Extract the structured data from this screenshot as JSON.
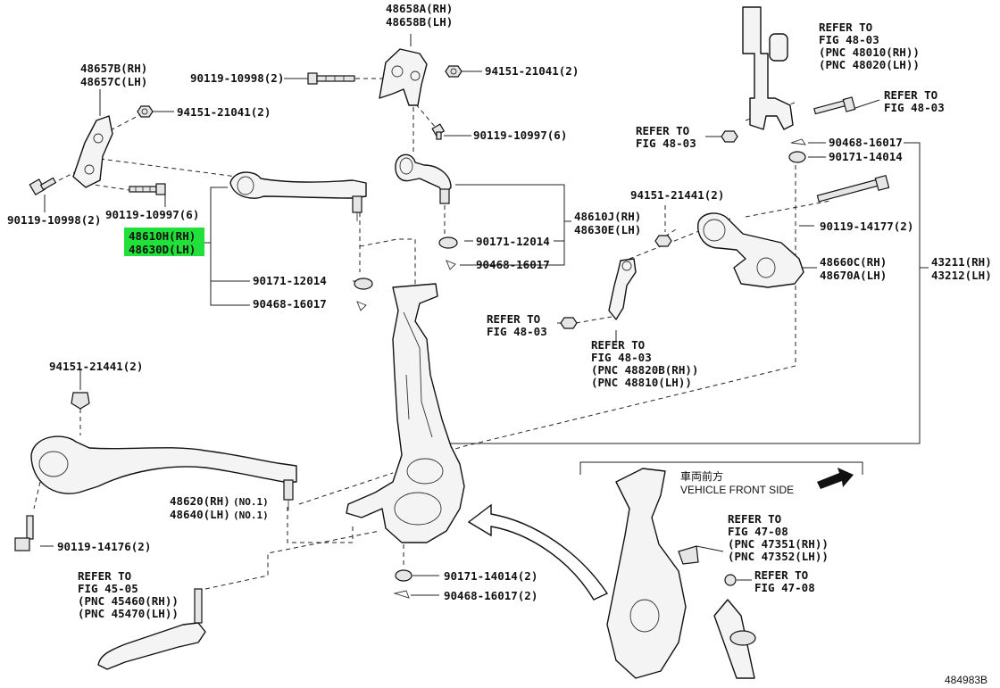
{
  "labels": {
    "l48658": [
      "48658A(RH)",
      "48658B(LH)"
    ],
    "l48657": [
      "48657B(RH)",
      "48657C(LH)"
    ],
    "lbolt90119_10998_top": "90119-10998(2)",
    "lnut94151_21041_top": "94151-21041(2)",
    "lnut94151_21041_mid": "94151-21041(2)",
    "lbolt90119_10997_6a": "90119-10997(6)",
    "lbolt90119_10998_left": "90119-10998(2)",
    "lbolt90119_10997_6b": "90119-10997(6)",
    "l48610H_highlight": [
      "48610H(RH)",
      "48630D(LH)"
    ],
    "l90171_12014_left": "90171-12014",
    "l90468_16017_left": "90468-16017",
    "l48610J": [
      "48610J(RH)",
      "48630E(LH)"
    ],
    "l90171_12014_mid": "90171-12014",
    "l90468_16017_mid": "90468-16017",
    "lrefer4803_top": [
      "REFER TO",
      "FIG 48-03",
      "(PNC 48010(RH))",
      "(PNC 48020(LH))"
    ],
    "lrefer4803_right": [
      "REFER TO",
      "FIG 48-03"
    ],
    "lrefer4803_left": [
      "REFER TO",
      "FIG 48-03"
    ],
    "l90468_16017_right": "90468-16017",
    "l90171_14014_right": "90171-14014",
    "l94151_21441_mid": "94151-21441(2)",
    "l90119_14177": "90119-14177(2)",
    "l48660": [
      "48660C(RH)",
      "48670A(LH)"
    ],
    "l43211": [
      "43211(RH)",
      "43212(LH)"
    ],
    "lrefer4803_sway": [
      "REFER TO",
      "FIG 48-03"
    ],
    "lrefer48820": [
      "REFER TO",
      "FIG 48-03",
      "(PNC 48820B(RH))",
      "(PNC 48810(LH))"
    ],
    "l94151_21441_left": "94151-21441(2)",
    "l48620": [
      "48620(RH)",
      "48640(LH)"
    ],
    "l48620_no": [
      "(NO.1)",
      "(NO.1)"
    ],
    "l90119_14176": "90119-14176(2)",
    "lrefer4505": [
      "REFER TO",
      "FIG 45-05",
      "(PNC 45460(RH))",
      "(PNC 45470(LH))"
    ],
    "l90171_14014_bottom": "90171-14014(2)",
    "l90468_16017_bottom": "90468-16017(2)",
    "vehicle_front_cjk": "車両前方",
    "vehicle_front": "VEHICLE FRONT SIDE",
    "lrefer4708_a": [
      "REFER TO",
      "FIG 47-08",
      "(PNC 47351(RH))",
      "(PNC 47352(LH))"
    ],
    "lrefer4708_b": [
      "REFER TO",
      "FIG 47-08"
    ],
    "diagram_id": "484983B"
  },
  "colors": {
    "highlight": "#22e03a",
    "ink": "#111111"
  }
}
